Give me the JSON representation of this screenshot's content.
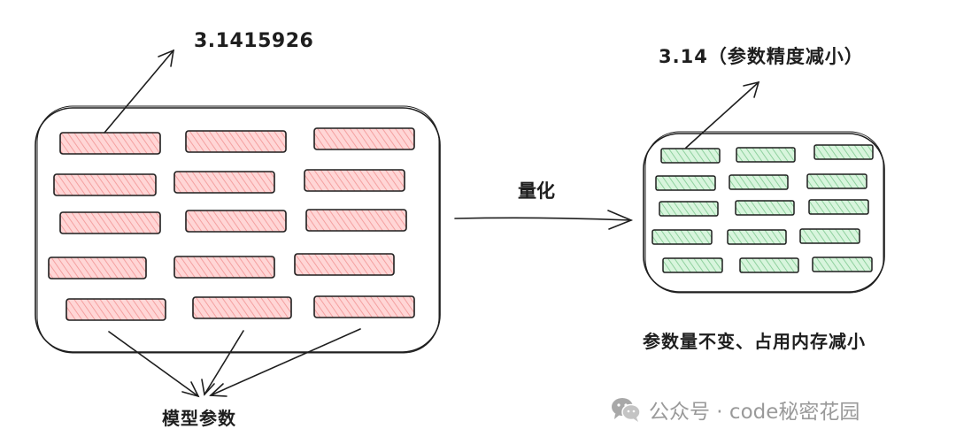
{
  "labels": {
    "original_value": "3.1415926",
    "quantized_value": "3.14（参数精度减小）",
    "arrow_label": "量化",
    "result_caption": "参数量不变、占用内存减小",
    "model_caption": "模型参数"
  },
  "watermark": {
    "icon": "wechat-icon",
    "text": "公众号 · code秘密花园"
  },
  "colors": {
    "stroke": "#1e1e1e",
    "original_param_fill": "#ffc9c9",
    "original_param_hatch": "#f08080",
    "quantized_param_fill": "#d3f9d8",
    "quantized_param_hatch": "#40c057",
    "watermark": "#9a9a9a"
  }
}
